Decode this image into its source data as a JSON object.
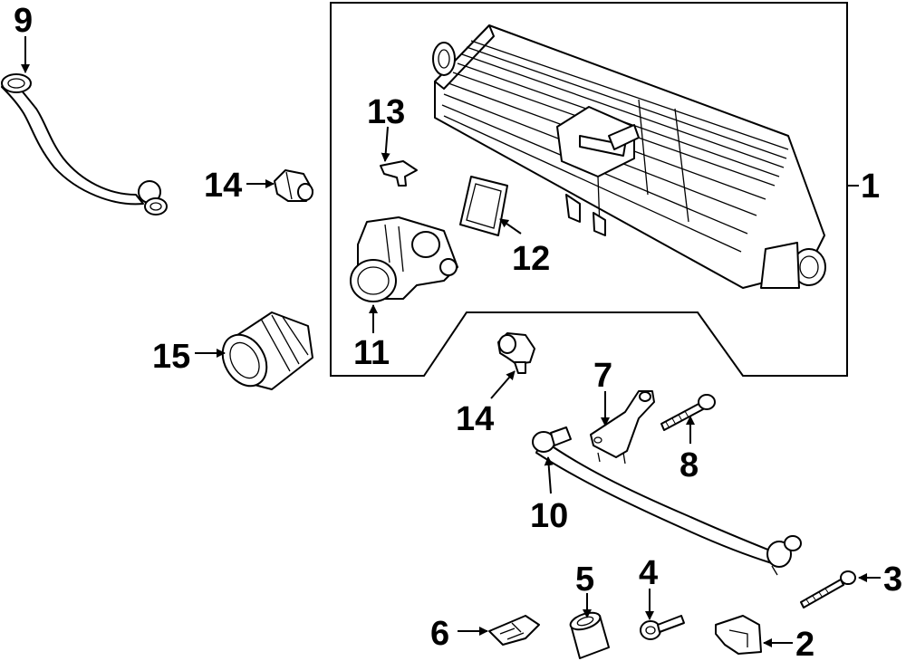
{
  "callouts": {
    "c1": "1",
    "c2": "2",
    "c3": "3",
    "c4": "4",
    "c5": "5",
    "c6": "6",
    "c7": "7",
    "c8": "8",
    "c9": "9",
    "c10": "10",
    "c11": "11",
    "c12": "12",
    "c13": "13",
    "c14a": "14",
    "c14b": "14",
    "c15": "15"
  }
}
